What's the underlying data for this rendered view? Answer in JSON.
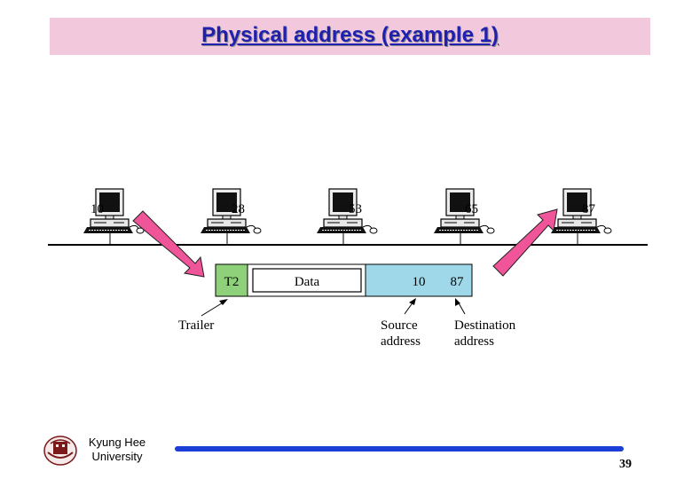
{
  "title": "Physical address (example 1)",
  "stations": [
    {
      "address": "10"
    },
    {
      "address": "28"
    },
    {
      "address": "53"
    },
    {
      "address": "65"
    },
    {
      "address": "87"
    }
  ],
  "frame": {
    "trailer": "T2",
    "data": "Data",
    "source": "10",
    "destination": "87"
  },
  "labels": {
    "trailer": "Trailer",
    "source_line1": "Source",
    "source_line2": "address",
    "destination_line1": "Destination",
    "destination_line2": "address"
  },
  "footer": {
    "university_line1": "Kyung Hee",
    "university_line2": "University",
    "page_number": "39"
  },
  "colors": {
    "title_bg": "#f2c9dc",
    "title_text": "#1f1fb0",
    "trailer_fill": "#8fd07a",
    "address_fill": "#9fd8e8",
    "arrow_fill": "#f0559a",
    "footer_line": "#1a3ed6"
  }
}
